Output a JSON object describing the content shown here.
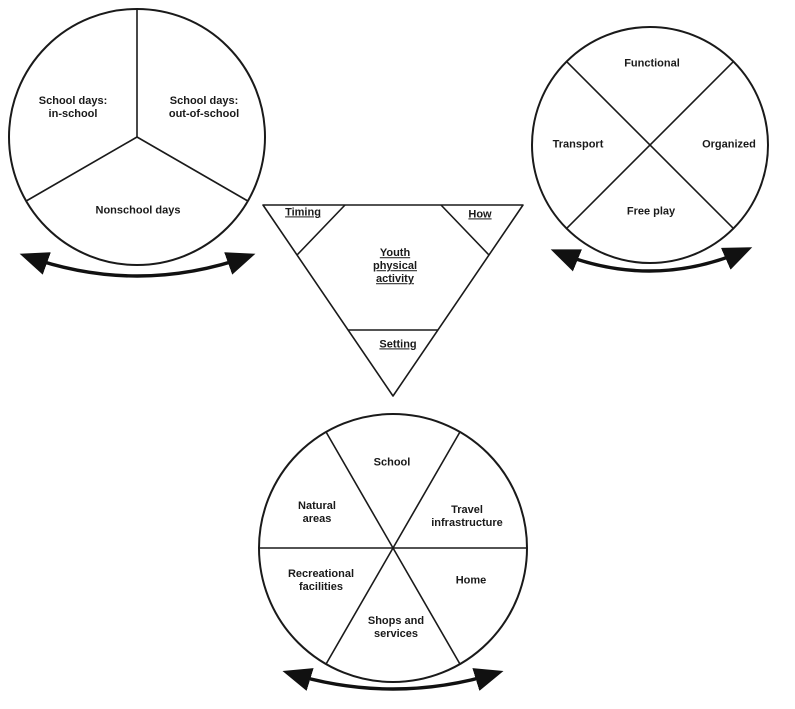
{
  "diagram": {
    "center_triangle": {
      "title": "Youth physical activity",
      "corner_timing": "Timing",
      "corner_how": "How",
      "corner_setting": "Setting"
    },
    "timing_wheel": {
      "sector_in_school": "School days: in-school",
      "sector_out_of_school": "School days: out-of-school",
      "sector_nonschool": "Nonschool days"
    },
    "how_wheel": {
      "sector_functional": "Functional",
      "sector_transport": "Transport",
      "sector_organized": "Organized",
      "sector_free_play": "Free play"
    },
    "setting_wheel": {
      "sector_school": "School",
      "sector_travel": "Travel infrastructure",
      "sector_natural": "Natural areas",
      "sector_home": "Home",
      "sector_shops": "Shops and services",
      "sector_recreational": "Recreational facilities"
    },
    "colors": {
      "stroke": "#1a1a1a",
      "text": "#1a1a1a",
      "background": "#ffffff"
    }
  }
}
